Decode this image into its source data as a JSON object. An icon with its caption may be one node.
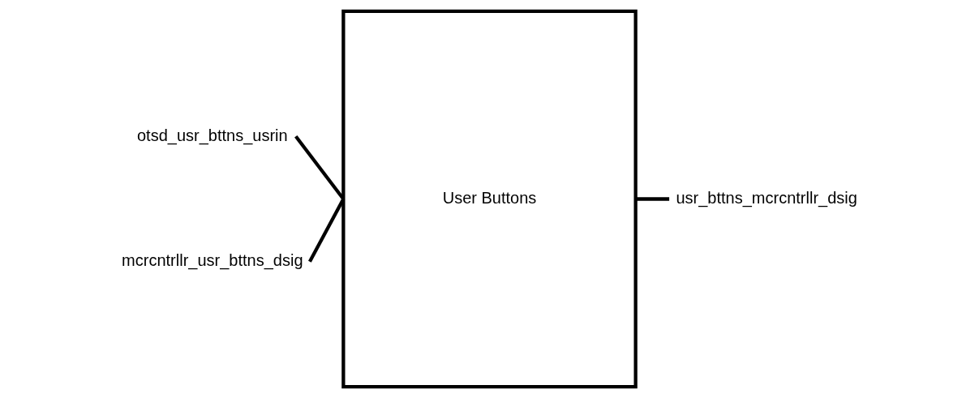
{
  "diagram": {
    "nodes": [
      {
        "text": [
          "otsd_usr_bttns_usrin"
        ]
      },
      {
        "text": [
          "mcrcntrllr_usr_bttns_dsig"
        ]
      },
      {
        "text": [
          "User Buttons"
        ]
      },
      {
        "text": [
          "usr_bttns_mcrcntrllr_dsig"
        ]
      }
    ],
    "edges": [
      {
        "from": 0,
        "to": 2,
        "arrow": "none"
      },
      {
        "from": 1,
        "to": 2,
        "arrow": "none"
      },
      {
        "from": 2,
        "to": 3,
        "arrow": "none"
      }
    ]
  }
}
